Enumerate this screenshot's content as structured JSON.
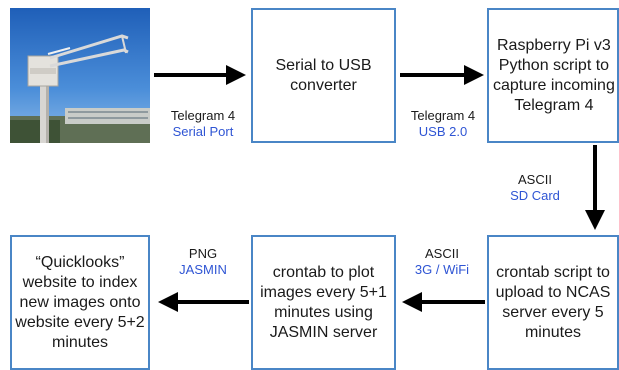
{
  "boxes": {
    "serial": "Serial to USB\nconverter",
    "pi": "Raspberry Pi v3\nPython script to\ncapture incoming\nTelegram 4",
    "upload": "crontab script to\nupload to NCAS\nserver every 5\nminutes",
    "plot": "crontab to plot\nimages every 5+1\nminutes using\nJASMIN server",
    "quick": "“Quicklooks”\nwebsite to index\nnew images onto\nwebsite every 5+2\nminutes"
  },
  "edges": {
    "e1": {
      "main": "Telegram 4",
      "sub": "Serial Port"
    },
    "e2": {
      "main": "Telegram 4",
      "sub": "USB 2.0"
    },
    "e3": {
      "main": "ASCII",
      "sub": "SD Card"
    },
    "e4": {
      "main": "ASCII",
      "sub": "3G / WiFi"
    },
    "e5": {
      "main": "PNG",
      "sub": "JASMIN"
    }
  },
  "colors": {
    "box_border": "#4a86c6",
    "arrow": "#000000",
    "sublabel": "#2f55d4",
    "sky": "#3f7fd0"
  },
  "icons": {
    "photo": "anemometer-photo"
  }
}
